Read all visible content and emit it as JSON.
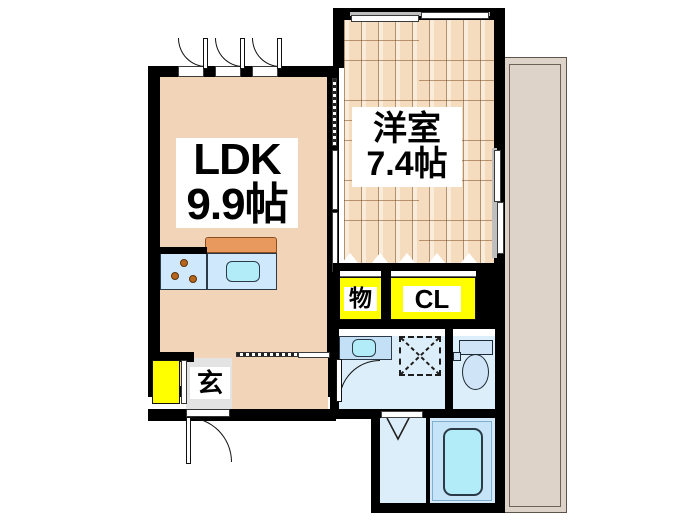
{
  "plan": {
    "type": "japanese-apartment-floorplan",
    "layout_code": "1LDK",
    "rooms": [
      {
        "id": "ldk",
        "name_jp": "LDK",
        "size": "9.9帖",
        "size_value": 9.9,
        "unit": "帖",
        "floor": "vinyl",
        "color": "#f2d5b8"
      },
      {
        "id": "washitsu",
        "name_jp": "洋室",
        "size": "7.4帖",
        "size_value": 7.4,
        "unit": "帖",
        "floor": "wood",
        "color": "#f6dcbe"
      },
      {
        "id": "closet",
        "name_jp": "CL",
        "size": "",
        "size_value": 0,
        "unit": "",
        "floor": "closet",
        "color": "#ffff00"
      },
      {
        "id": "storage",
        "name_jp": "物",
        "size": "",
        "size_value": 0,
        "unit": "",
        "floor": "closet",
        "color": "#ffff00"
      },
      {
        "id": "genkan",
        "name_jp": "玄",
        "size": "",
        "size_value": 0,
        "unit": "",
        "floor": "tile",
        "color": "#e3e3e3"
      },
      {
        "id": "balcony",
        "name_jp": "",
        "size": "",
        "size_value": 0,
        "unit": "",
        "floor": "balcony",
        "color": "#ddd3c9"
      },
      {
        "id": "bath",
        "name_jp": "",
        "size": "",
        "size_value": 0,
        "unit": "",
        "floor": "wet",
        "color": "#d3e9fa"
      },
      {
        "id": "toilet",
        "name_jp": "",
        "size": "",
        "size_value": 0,
        "unit": "",
        "floor": "wet",
        "color": "#ddeefb"
      },
      {
        "id": "washroom",
        "name_jp": "",
        "size": "",
        "size_value": 0,
        "unit": "",
        "floor": "wet",
        "color": "#ddeefb"
      }
    ],
    "labels": {
      "ldk_line1": "LDK",
      "ldk_line2": "9.9帖",
      "bedroom_line1": "洋室",
      "bedroom_line2": "7.4帖",
      "storage": "物",
      "closet": "CL",
      "genkan": "玄"
    },
    "fixtures": [
      {
        "id": "stove",
        "name": "3-burner gas stove"
      },
      {
        "id": "kitchen-sink",
        "name": "kitchen sink"
      },
      {
        "id": "range-counter",
        "name": "kitchen counter"
      },
      {
        "id": "washbasin",
        "name": "vanity washbasin"
      },
      {
        "id": "washer-space",
        "name": "washing machine space"
      },
      {
        "id": "toilet",
        "name": "western toilet"
      },
      {
        "id": "bathtub",
        "name": "bathtub"
      },
      {
        "id": "shoe-cabinet",
        "name": "shoe cabinet"
      }
    ],
    "colors": {
      "wall": "#000000",
      "ldk_floor": "#f2d5b8",
      "wood_floor": "#f6dcbe",
      "wet_floor": "#ddeefb",
      "bath_floor": "#d3e9fa",
      "balcony": "#ddd3c9",
      "closet_yellow": "#ffff00",
      "fixture_blue": "#cfe8fb",
      "water_cyan": "#b3ecf9",
      "counter_orange": "#e89a5e",
      "genkan_gray": "#e3e3e3"
    }
  }
}
